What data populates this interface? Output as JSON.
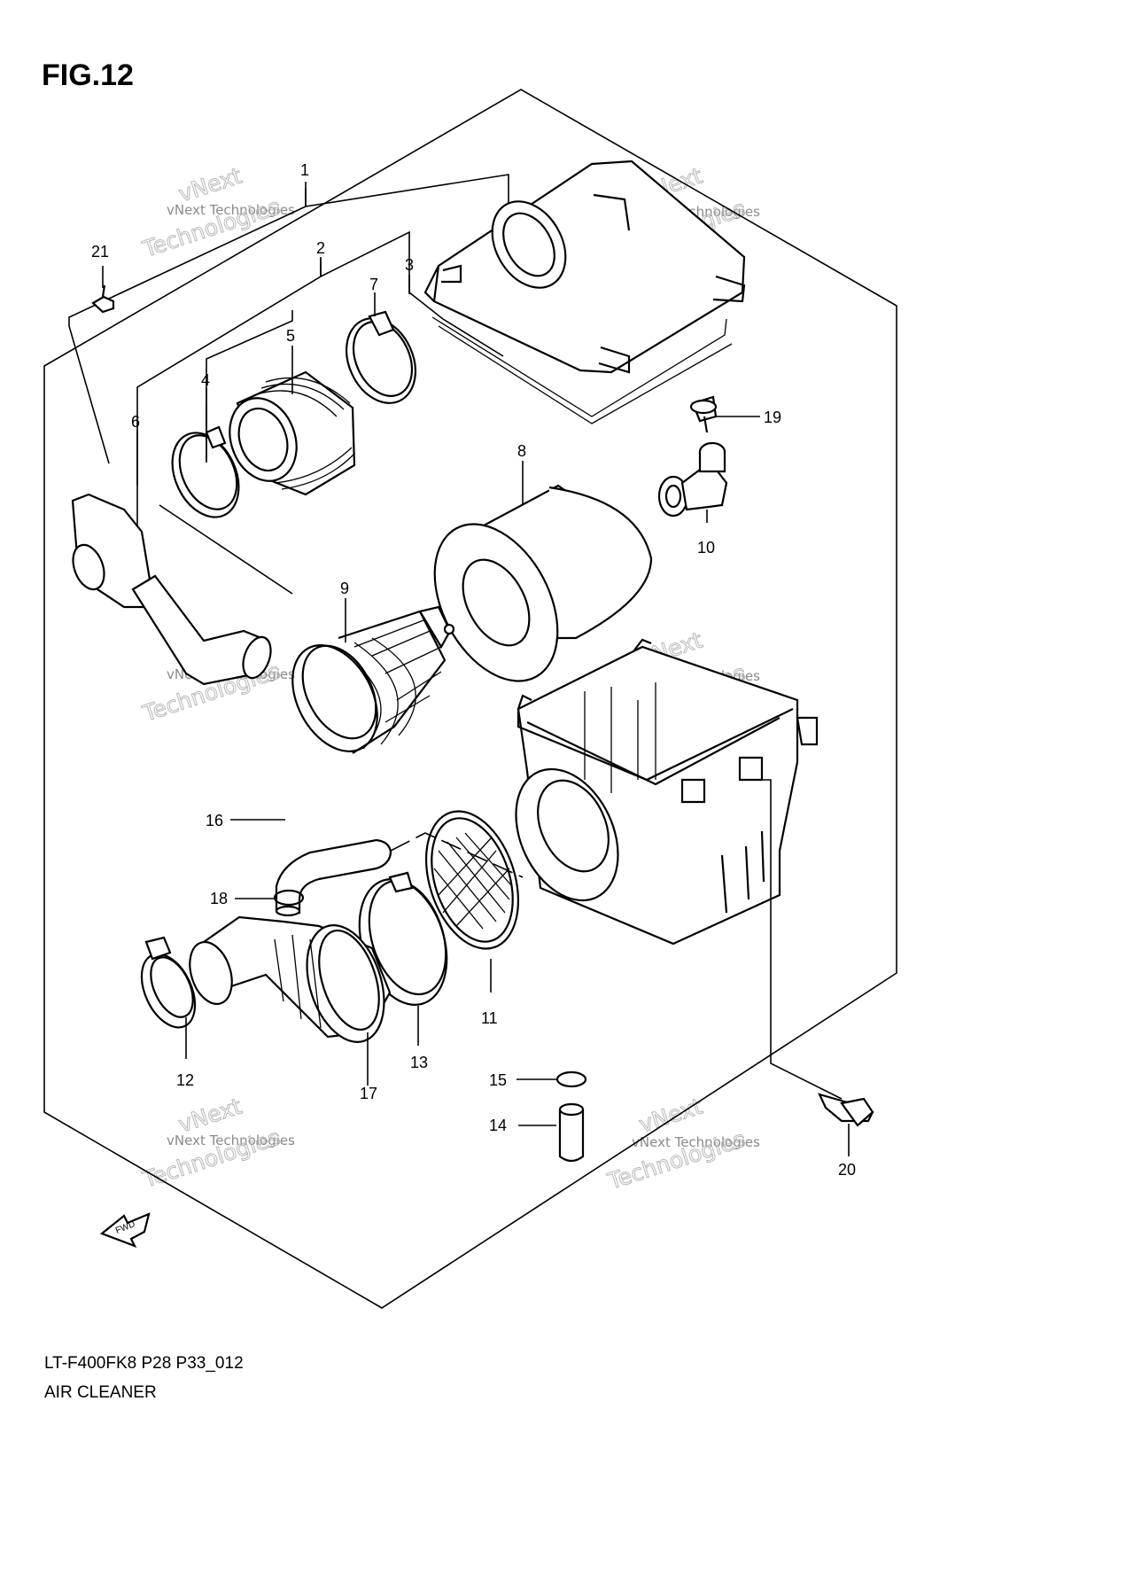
{
  "figure": {
    "title": "FIG.12"
  },
  "footer": {
    "model_code": "LT-F400FK8 P28 P33_012",
    "section_name": "AIR CLEANER"
  },
  "watermark": {
    "line_small": "vNext Technologies",
    "line_large_1": "vNext",
    "line_large_2": "Technologies"
  },
  "fwd_arrow": {
    "label": "FWD"
  },
  "callouts": [
    "1",
    "2",
    "3",
    "4",
    "5",
    "6",
    "7",
    "8",
    "9",
    "10",
    "11",
    "12",
    "13",
    "14",
    "15",
    "16",
    "17",
    "18",
    "19",
    "20",
    "21"
  ]
}
